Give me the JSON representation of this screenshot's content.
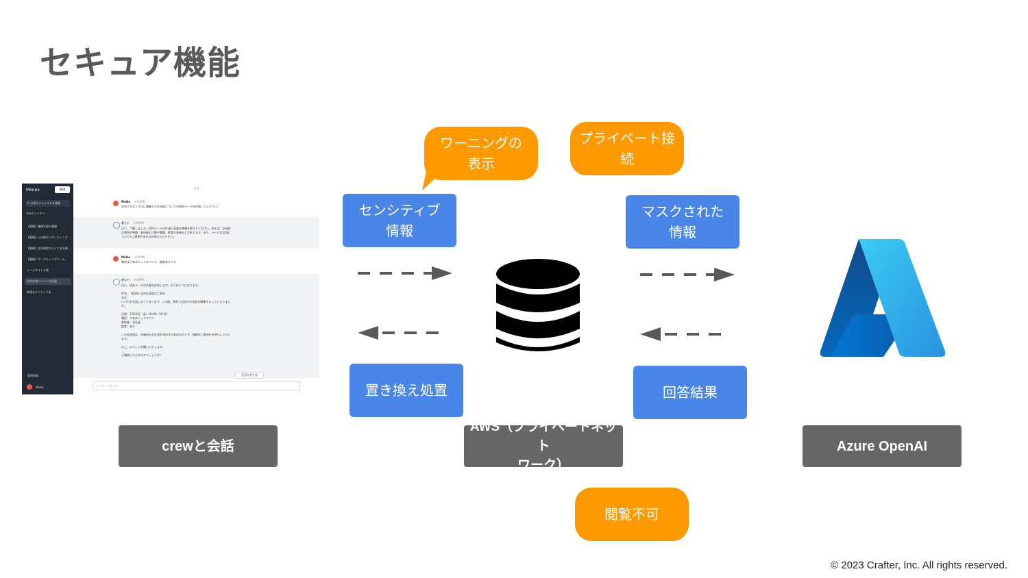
{
  "title": "セキュア機能",
  "callouts": {
    "warning": "ワーニングの\n表示",
    "private_connection": "プライベート接\n続",
    "not_viewable": "閲覧不可"
  },
  "boxes": {
    "sensitive_info": "センシティブ\n情報",
    "masked_info": "マスクされた\n情報",
    "replace_process": "置き換え処置",
    "answer_result": "回答結果"
  },
  "labels": {
    "crew": "crewと会話",
    "aws": "AWS（プライベートネット\nワーク）",
    "azure": "Azure OpenAI"
  },
  "copyright": "© 2023 Crafter, Inc. All rights reserved.",
  "colors": {
    "blue_box": "#4a86e8",
    "orange_callout": "#ff9900",
    "gray_label": "#666666",
    "arrow": "#595959"
  },
  "icons": {
    "database": "database-icon",
    "azure": "azure-logo-icon"
  },
  "screenshot": {
    "brand": "Monex",
    "new_button": "新規",
    "search": "Q 以前のチャンネルを検索",
    "section": "共有チャンネル",
    "items": [
      "【要確】機械学習の基礎",
      "【要確】入社後オンボーディング...",
      "【要確】社内規定からよくある質...",
      "【要確】マーケティングツール...",
      "メールタイトル案",
      "社内交流イベントの企画",
      "新規なアイディア出..."
    ],
    "footer_settings": "管理画面",
    "footer_user": "Maiko",
    "day": "今日",
    "messages": [
      {
        "who": "Maiko",
        "time": "3:03PM",
        "text": "社内で８月１０日に開催する交流会についての招待メールを作成してください。"
      },
      {
        "who": "ボット",
        "time": "3:04PM",
        "text": "はい、了解しました。招待メールの作成に必要な情報を教えてください。例えば、交流会\nの場所や時間、参加者の人数や職種、飲食の有無などがあります。また、メールの文面に\nついてもご希望があればお知らせください。"
      },
      {
        "who": "Maiko",
        "time": "3:05PM",
        "text": "場所は六本木ミッドタウンで、飲食ありです"
      },
      {
        "who": "ボット",
        "time": "3:05PM",
        "text": "はい、招待メールの文面を作成します。以下のようになります。\n\n件名：【招待】社内交流会のご案内\n本文：\nいつもお世話になっております。この度、弊社では社内交流会を開催することになりまし\nた。\n\n日時：7月10日（金）18:00〜20:00\n場所：六本木ミッドタウン\n参加者：全社員\n飲食：あり\n\nこの交流会は、社員同士の交流を深めるためのものです。皆様のご参加をお待ちしており\nます。\n\n以上、よろしくお願いいたします。\n\nご確認いただけますでしょうか？"
      }
    ],
    "regen": "回答を再生成",
    "input_placeholder": "メッセージを入力..."
  }
}
